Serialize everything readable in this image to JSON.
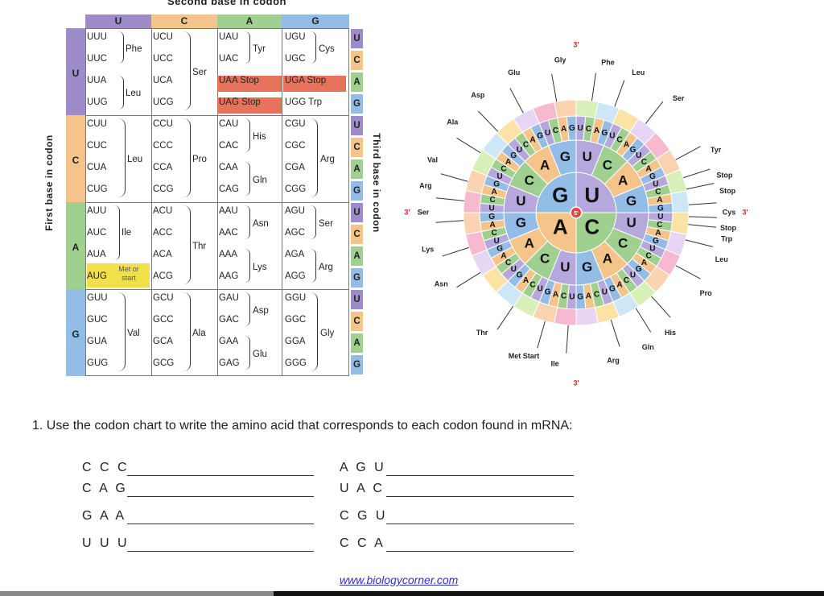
{
  "table": {
    "top_title": "Second base in codon",
    "left_title": "First base in codon",
    "right_title": "Third base in codon",
    "second_bases": [
      "U",
      "C",
      "A",
      "G"
    ],
    "first_bases": [
      "U",
      "C",
      "A",
      "G"
    ],
    "third_bases": [
      "U",
      "C",
      "A",
      "G"
    ],
    "codons": [
      [
        [
          "UUU",
          "UUC",
          "UUA",
          "UUG"
        ],
        [
          "UCU",
          "UCC",
          "UCA",
          "UCG"
        ],
        [
          "UAU",
          "UAC",
          "UAA Stop",
          "UAG Stop"
        ],
        [
          "UGU",
          "UGC",
          "UGA Stop",
          "UGG Trp"
        ]
      ],
      [
        [
          "CUU",
          "CUC",
          "CUA",
          "CUG"
        ],
        [
          "CCU",
          "CCC",
          "CCA",
          "CCG"
        ],
        [
          "CAU",
          "CAC",
          "CAA",
          "CAG"
        ],
        [
          "CGU",
          "CGC",
          "CGA",
          "CGG"
        ]
      ],
      [
        [
          "AUU",
          "AUC",
          "AUA",
          "AUG"
        ],
        [
          "ACU",
          "ACC",
          "ACA",
          "ACG"
        ],
        [
          "AAU",
          "AAC",
          "AAA",
          "AAG"
        ],
        [
          "AGU",
          "AGC",
          "AGA",
          "AGG"
        ]
      ],
      [
        [
          "GUU",
          "GUC",
          "GUA",
          "GUG"
        ],
        [
          "GCU",
          "GCC",
          "GCA",
          "GCG"
        ],
        [
          "GAU",
          "GAC",
          "GAA",
          "GAG"
        ],
        [
          "GGU",
          "GGC",
          "GGA",
          "GGG"
        ]
      ]
    ],
    "amino": {
      "phe": "Phe",
      "leu1": "Leu",
      "ser1": "Ser",
      "tyr": "Tyr",
      "cys": "Cys",
      "leu2": "Leu",
      "pro": "Pro",
      "his": "His",
      "gln": "Gln",
      "arg1": "Arg",
      "ile": "Ile",
      "met": "Met or start",
      "thr": "Thr",
      "asn": "Asn",
      "lys": "Lys",
      "ser2": "Ser",
      "arg2": "Arg",
      "val": "Val",
      "ala": "Ala",
      "asp": "Asp",
      "glu": "Glu",
      "gly": "Gly"
    }
  },
  "wheel": {
    "five_prime": "5'",
    "three_prime": "3'",
    "labels": [
      "Gly",
      "Phe",
      "Leu",
      "Ser",
      "Tyr",
      "Stop",
      "Stop",
      "Cys",
      "Stop",
      "Trp",
      "Leu",
      "Pro",
      "His",
      "Gln",
      "Arg",
      "Ile",
      "Met Start",
      "Thr",
      "Asn",
      "Lys",
      "Ser",
      "Arg",
      "Val",
      "Ala",
      "Asp",
      "Glu"
    ]
  },
  "question": {
    "prompt": "1. Use the codon chart to write the amino acid that corresponds to each codon found in mRNA:",
    "left": [
      "C C C",
      "C A G",
      "G A A",
      "U U U"
    ],
    "right": [
      "A G U",
      "U A C",
      "C G U",
      "C C A"
    ]
  },
  "credit": "www.biologycorner.com"
}
